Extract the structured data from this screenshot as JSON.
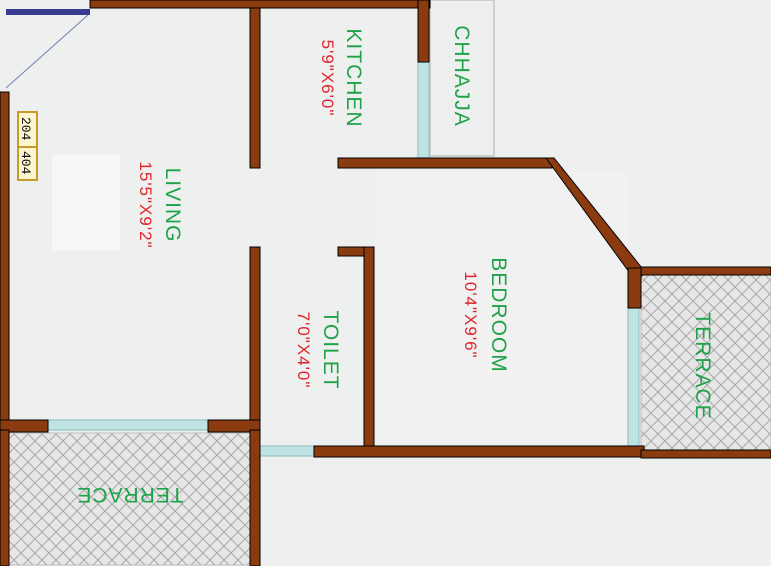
{
  "plan": {
    "unit_numbers": [
      "204",
      "404"
    ],
    "rooms": {
      "living": {
        "name": "LIVING",
        "size": "15'5\"X9'2\""
      },
      "kitchen": {
        "name": "KITCHEN",
        "size": "5'9\"X6'0\""
      },
      "toilet": {
        "name": "TOILET",
        "size": "7'0\"X4'0\""
      },
      "bedroom": {
        "name": "BEDROOM",
        "size": "10'4\"X9'6\""
      },
      "chhajja": {
        "name": "CHHAJJA"
      },
      "terrace_bottom": {
        "name": "TERRACE"
      },
      "terrace_right": {
        "name": "TERRACE"
      }
    },
    "colors": {
      "wall": "#8a3c10",
      "room_label": "#1fa24a",
      "dimension_label": "#e0242c",
      "window": "#bfe3e3",
      "door_leaf": "#3a3d8f",
      "background": "#eef0ef"
    }
  }
}
